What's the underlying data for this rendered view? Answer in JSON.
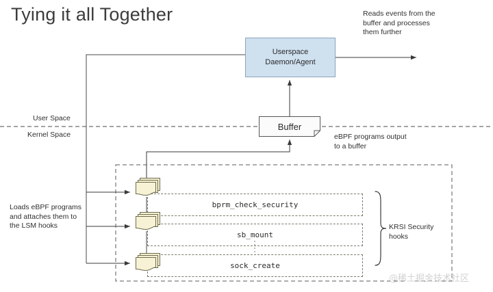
{
  "page": {
    "title": "Tying it all Together",
    "watermark": "@稀土掘金技术社区"
  },
  "diagram": {
    "type": "architecture-flow",
    "userspace_box": {
      "line1": "Userspace",
      "line2": "Daemon/Agent"
    },
    "buffer_box": {
      "label": "Buffer"
    },
    "space_labels": {
      "user": "User Space",
      "kernel": "Kernel Space"
    },
    "annotations": {
      "reads_events": "Reads events from the buffer and processes them further",
      "ebpf_output": "eBPF programs output to a buffer",
      "loads_programs": "Loads eBPF programs and attaches them to the LSM hooks",
      "krsi_hooks": "KRSI Security hooks"
    },
    "hooks": [
      {
        "name": "bprm_check_security"
      },
      {
        "name": "sb_mount"
      },
      {
        "name": "sock_create"
      }
    ],
    "programs": [
      {
        "name": "ebpf-program-stack-1"
      },
      {
        "name": "ebpf-program-stack-2"
      },
      {
        "name": "ebpf-program-stack-3"
      }
    ],
    "colors": {
      "userspace_fill": "#cfe0ef",
      "userspace_border": "#8aa4bd",
      "program_fill": "#f7f2d5",
      "program_border": "#6b6b4a",
      "buffer_fill": "#fbfbfb",
      "buffer_border": "#555555",
      "line": "#4a4a4a",
      "dash": "#5a5a5a",
      "title": "#3c3c3c",
      "watermark": "#d2d2d2"
    }
  }
}
